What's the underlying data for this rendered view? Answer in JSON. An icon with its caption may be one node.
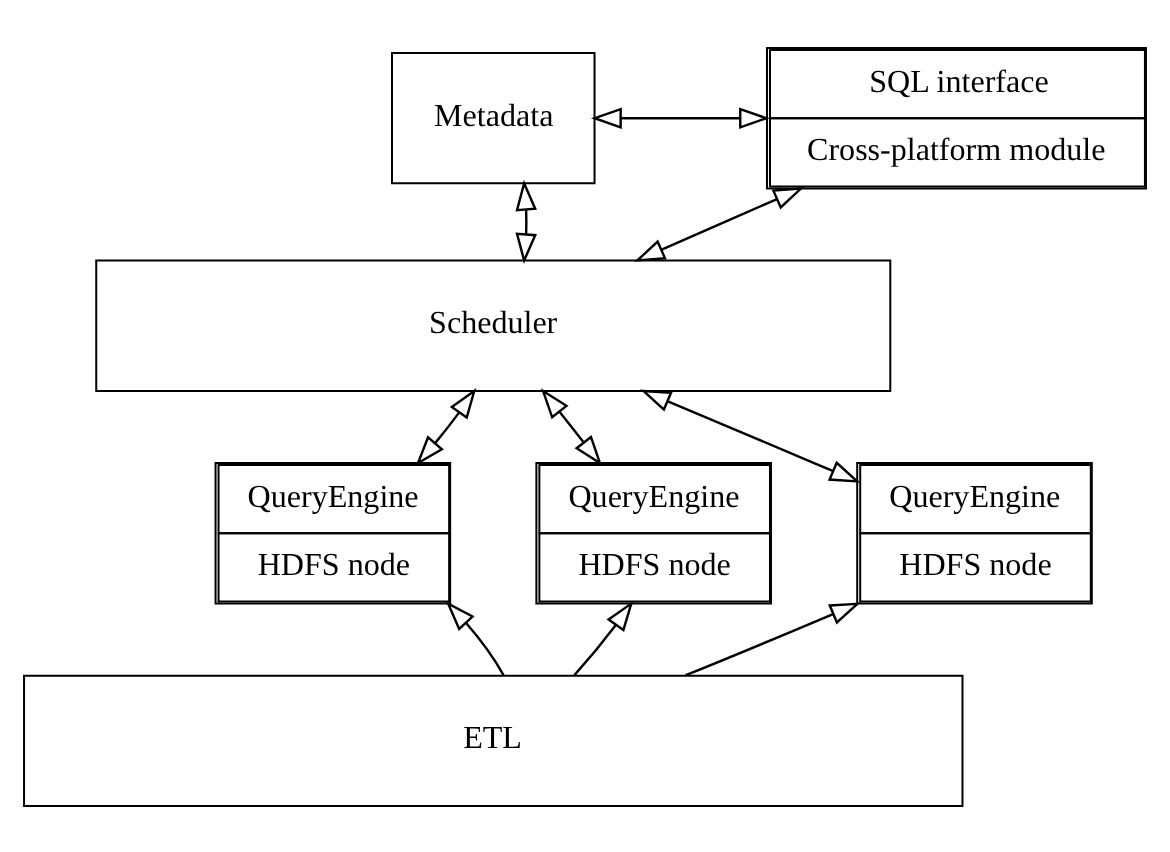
{
  "diagram": {
    "nodes": [
      {
        "text": [
          "Metadata"
        ]
      },
      {
        "text": [
          "SQL interface",
          "Cross-platform module"
        ]
      },
      {
        "text": [
          "Scheduler"
        ]
      },
      {
        "text": [
          "QueryEngine",
          "HDFS node"
        ]
      },
      {
        "text": [
          "QueryEngine",
          "HDFS node"
        ]
      },
      {
        "text": [
          "QueryEngine",
          "HDFS node"
        ]
      },
      {
        "text": [
          "ETL"
        ]
      }
    ],
    "edges": [
      {
        "from": 0,
        "to": 1,
        "arrow": "both"
      },
      {
        "from": 0,
        "to": 2,
        "arrow": "both"
      },
      {
        "from": 1,
        "to": 2,
        "arrow": "both"
      },
      {
        "from": 2,
        "to": 3,
        "arrow": "both"
      },
      {
        "from": 2,
        "to": 4,
        "arrow": "both"
      },
      {
        "from": 2,
        "to": 5,
        "arrow": "both"
      },
      {
        "from": 6,
        "to": 3,
        "arrow": "to"
      },
      {
        "from": 6,
        "to": 4,
        "arrow": "to"
      },
      {
        "from": 6,
        "to": 5,
        "arrow": "to"
      }
    ]
  }
}
